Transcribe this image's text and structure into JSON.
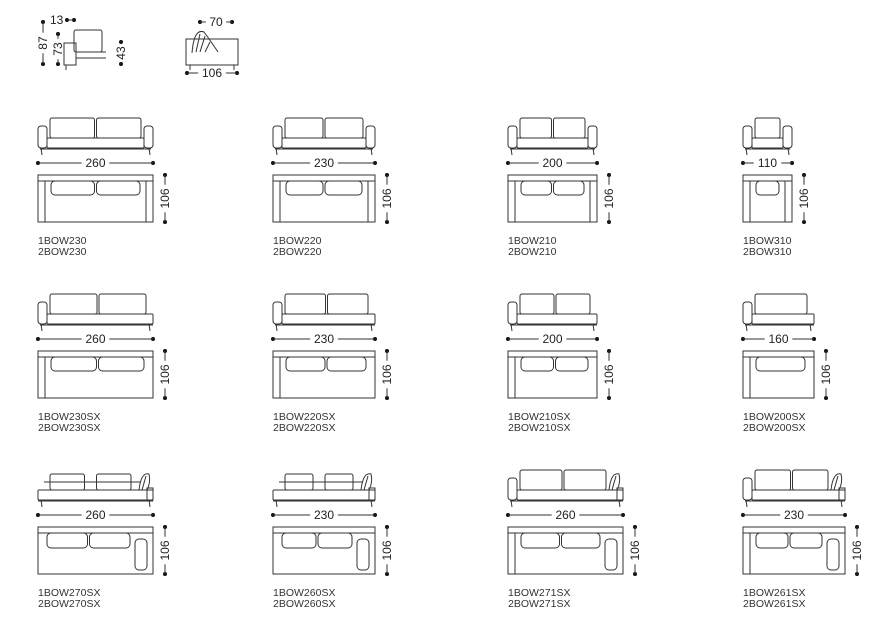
{
  "header_views": {
    "front_dims": {
      "arm": "13",
      "height": "87",
      "back_height": "73",
      "seat_height": "43"
    },
    "side_dims": {
      "top": "70",
      "depth": "106"
    }
  },
  "modules": [
    {
      "type": "two-arm",
      "width": "260",
      "depth": "106",
      "codes": [
        "1BOW230",
        "2BOW230"
      ]
    },
    {
      "type": "two-arm",
      "width": "230",
      "depth": "106",
      "codes": [
        "1BOW220",
        "2BOW220"
      ]
    },
    {
      "type": "two-arm",
      "width": "200",
      "depth": "106",
      "codes": [
        "1BOW210",
        "2BOW210"
      ]
    },
    {
      "type": "two-arm",
      "width": "110",
      "depth": "106",
      "codes": [
        "1BOW310",
        "2BOW310"
      ]
    },
    {
      "type": "left-arm",
      "width": "260",
      "depth": "106",
      "codes": [
        "1BOW230SX",
        "2BOW230SX"
      ]
    },
    {
      "type": "left-arm",
      "width": "230",
      "depth": "106",
      "codes": [
        "1BOW220SX",
        "2BOW220SX"
      ]
    },
    {
      "type": "left-arm",
      "width": "200",
      "depth": "106",
      "codes": [
        "1BOW210SX",
        "2BOW210SX"
      ]
    },
    {
      "type": "left-arm",
      "width": "160",
      "depth": "106",
      "codes": [
        "1BOW200SX",
        "2BOW200SX"
      ]
    },
    {
      "type": "chaise",
      "width": "260",
      "depth": "106",
      "codes": [
        "1BOW270SX",
        "2BOW270SX"
      ]
    },
    {
      "type": "chaise",
      "width": "230",
      "depth": "106",
      "codes": [
        "1BOW260SX",
        "2BOW260SX"
      ]
    },
    {
      "type": "arm-chaise",
      "width": "260",
      "depth": "106",
      "codes": [
        "1BOW271SX",
        "2BOW271SX"
      ]
    },
    {
      "type": "arm-chaise",
      "width": "230",
      "depth": "106",
      "codes": [
        "1BOW261SX",
        "2BOW261SX"
      ]
    }
  ]
}
